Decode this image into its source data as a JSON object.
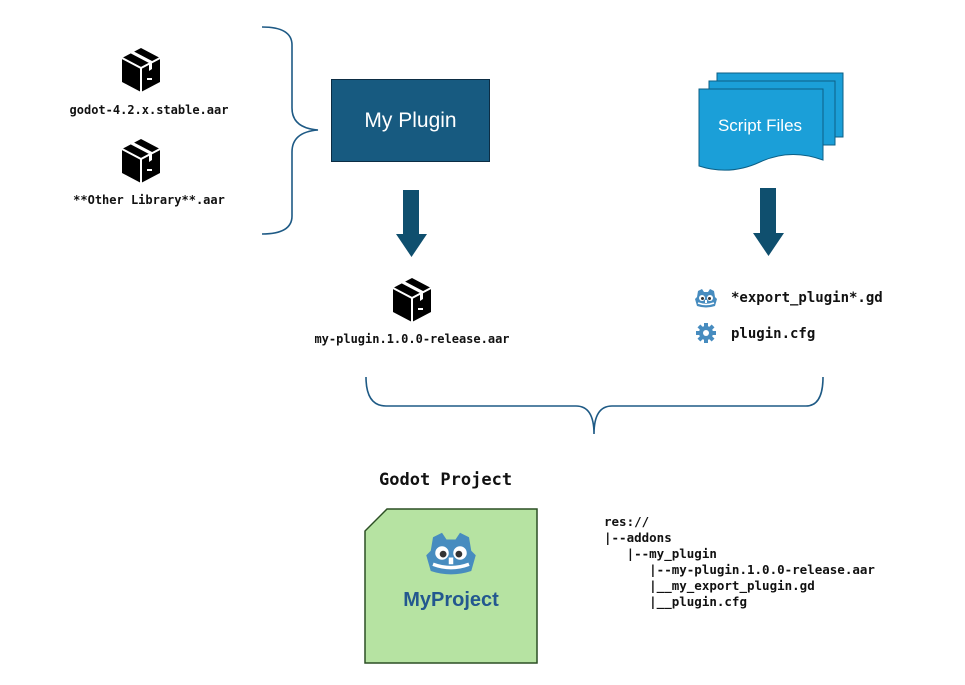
{
  "libraries": [
    {
      "label": "godot-4.2.x.stable.aar",
      "icon": "package-icon"
    },
    {
      "label": "**Other Library**.aar",
      "icon": "package-icon"
    }
  ],
  "plugin": {
    "label": "My Plugin",
    "color": "#175a80"
  },
  "plugin_output": {
    "label": "my-plugin.1.0.0-release.aar",
    "icon": "package-icon"
  },
  "script_files": {
    "label": "Script Files",
    "color": "#1b9fd8"
  },
  "script_outputs": [
    {
      "label": "*export_plugin*.gd",
      "icon": "godot-icon"
    },
    {
      "label": "plugin.cfg",
      "icon": "gear-icon"
    }
  ],
  "project": {
    "title": "Godot Project",
    "name": "MyProject",
    "card_color": "#b6e3a2",
    "name_color": "#23588f"
  },
  "tree_text": "res://\n|--addons\n   |--my_plugin\n      |--my-plugin.1.0.0-release.aar\n      |__my_export_plugin.gd\n      |__plugin.cfg",
  "colors": {
    "arrow": "#0f4f6e",
    "brace": "#1e5a85",
    "godot": "#478cbf"
  }
}
